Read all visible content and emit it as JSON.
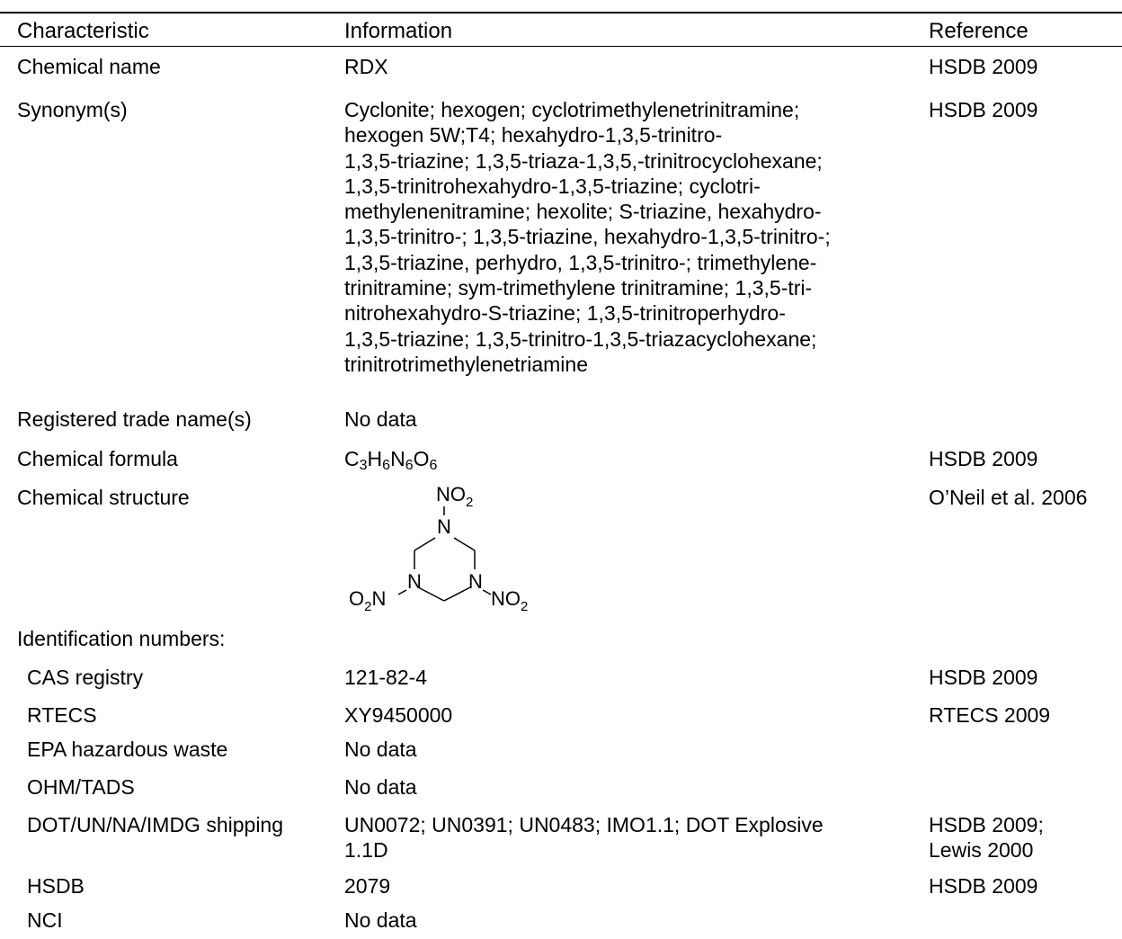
{
  "headers": {
    "characteristic": "Characteristic",
    "information": "Information",
    "reference": "Reference"
  },
  "rows": {
    "chemical_name": {
      "label": "Chemical name",
      "info": "RDX",
      "ref": "HSDB 2009"
    },
    "synonyms": {
      "label": "Synonym(s)",
      "info_lines": [
        "Cyclonite; hexogen; cyclotrimethylenetrinitramine;",
        "hexogen 5W;T4; hexahydro-1,3,5-trinitro-",
        "1,3,5-triazine; 1,3,5-triaza-1,3,5,-trinitrocyclohexane;",
        "1,3,5-trinitrohexahydro-1,3,5-triazine; cyclotri-",
        "methylenenitramine; hexolite; S-triazine, hexahydro-",
        "1,3,5-trinitro-; 1,3,5-triazine, hexahydro-1,3,5-trinitro-;",
        "1,3,5-triazine, perhydro, 1,3,5-trinitro-; trimethylene-",
        "trinitramine; sym-trimethylene trinitramine; 1,3,5-tri-",
        "nitrohexahydro-S-triazine; 1,3,5-trinitroperhydro-",
        "1,3,5-triazine; 1,3,5-trinitro-1,3,5-triazacyclohexane;",
        "trinitrotrimethylenetriamine"
      ],
      "ref": "HSDB 2009"
    },
    "trade_names": {
      "label": "Registered trade name(s)",
      "info": "No data"
    },
    "formula": {
      "label": "Chemical formula",
      "parts": [
        {
          "el": "C",
          "n": "3"
        },
        {
          "el": "H",
          "n": "6"
        },
        {
          "el": "N",
          "n": "6"
        },
        {
          "el": "O",
          "n": "6"
        }
      ],
      "ref": "HSDB 2009"
    },
    "structure": {
      "label": "Chemical structure",
      "ref": "O’Neil et al. 2006",
      "n_atom": "N",
      "group_top": {
        "main": "NO",
        "sub": "2"
      },
      "group_left": {
        "main": "O",
        "sub": "2",
        "tail": "N"
      },
      "group_right": {
        "main": "NO",
        "sub": "2"
      }
    },
    "id_numbers": {
      "label": "Identification numbers:"
    },
    "cas": {
      "label": "CAS registry",
      "info": "121-82-4",
      "ref": "HSDB 2009"
    },
    "rtecs": {
      "label": "RTECS",
      "info": "XY9450000",
      "ref": "RTECS 2009"
    },
    "epa": {
      "label": "EPA hazardous waste",
      "info": "No data"
    },
    "ohm": {
      "label": "OHM/TADS",
      "info": "No data"
    },
    "dot": {
      "label": "DOT/UN/NA/IMDG shipping",
      "info_lines": [
        "UN0072; UN0391; UN0483; IMO1.1; DOT Explosive",
        "1.1D"
      ],
      "ref_lines": [
        "HSDB 2009;",
        "Lewis 2000"
      ]
    },
    "hsdb": {
      "label": "HSDB",
      "info": "2079",
      "ref": "HSDB 2009"
    },
    "nci": {
      "label": "NCI",
      "info": "No data"
    }
  }
}
